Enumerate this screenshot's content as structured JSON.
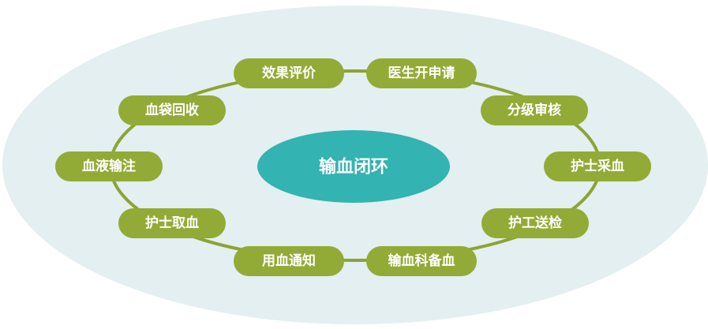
{
  "colors": {
    "background_ellipse": "#e3eff0",
    "ring": "#8ca432",
    "node_fill": "#92ab36",
    "center_fill": "#33b3b1",
    "text": "#ffffff"
  },
  "center": {
    "label": "输血闭环"
  },
  "cycle": [
    {
      "id": "n0",
      "label": "医生开申请"
    },
    {
      "id": "n1",
      "label": "分级审核"
    },
    {
      "id": "n2",
      "label": "护士采血"
    },
    {
      "id": "n3",
      "label": "护工送检"
    },
    {
      "id": "n4",
      "label": "输血科备血"
    },
    {
      "id": "n5",
      "label": "用血通知"
    },
    {
      "id": "n6",
      "label": "护士取血"
    },
    {
      "id": "n7",
      "label": "血液输注"
    },
    {
      "id": "n8",
      "label": "血袋回收"
    },
    {
      "id": "n9",
      "label": "效果评价"
    }
  ]
}
